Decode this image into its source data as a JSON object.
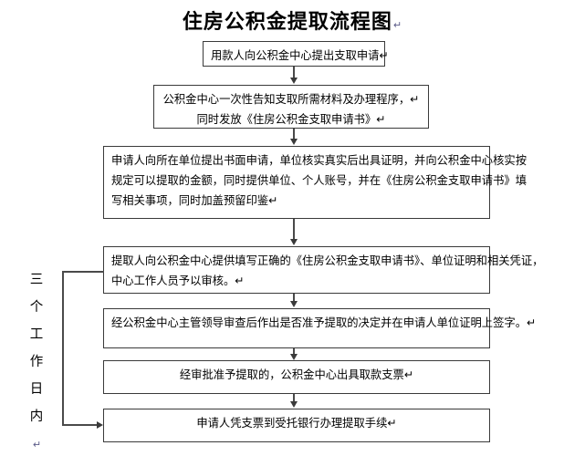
{
  "document": {
    "title": "住房公积金提取流程图",
    "title_mark": "↵",
    "type": "flowchart"
  },
  "side_label": {
    "name": "three-working-days",
    "chars": [
      "三",
      "个",
      "工",
      "作",
      "日",
      "内"
    ],
    "mark": "↵",
    "text": "三个工作日内"
  },
  "nodes": [
    {
      "id": "step-1",
      "lines": [
        "用款人向公积金中心提出支取申请↵"
      ]
    },
    {
      "id": "step-2",
      "lines": [
        "公积金中心一次性告知支取所需材料及办理程序，↵",
        "同时发放《住房公积金支取申请书》↵"
      ]
    },
    {
      "id": "step-3",
      "lines": [
        "申请人向所在单位提出书面申请，单位核实真实后出具证明，并向公积金中心核实按",
        "规定可以提取的金额，同时提供单位、个人账号，并在《住房公积金支取申请书》填",
        "写相关事项，同时加盖预留印鉴↵"
      ]
    },
    {
      "id": "step-4",
      "lines": [
        "提取人向公积金中心提供填写正确的《住房公积金支取申请书》、单位证明和相关凭证，",
        "中心工作人员予以审核。↵"
      ]
    },
    {
      "id": "step-5",
      "lines": [
        "经公积金中心主管领导审查后作出是否准予提取的决定并在申请人单位证明上签字。↵"
      ]
    },
    {
      "id": "step-6",
      "lines": [
        "经审批准予提取的，公积金中心出具取款支票↵"
      ]
    },
    {
      "id": "step-7",
      "lines": [
        "申请人凭支票到受托银行办理提取手续↵"
      ]
    }
  ],
  "colors": {
    "border": "#3a3a3a",
    "connector": "#4a4a4a",
    "text": "#000000",
    "background": "#ffffff",
    "mark": "#5a5a88"
  }
}
